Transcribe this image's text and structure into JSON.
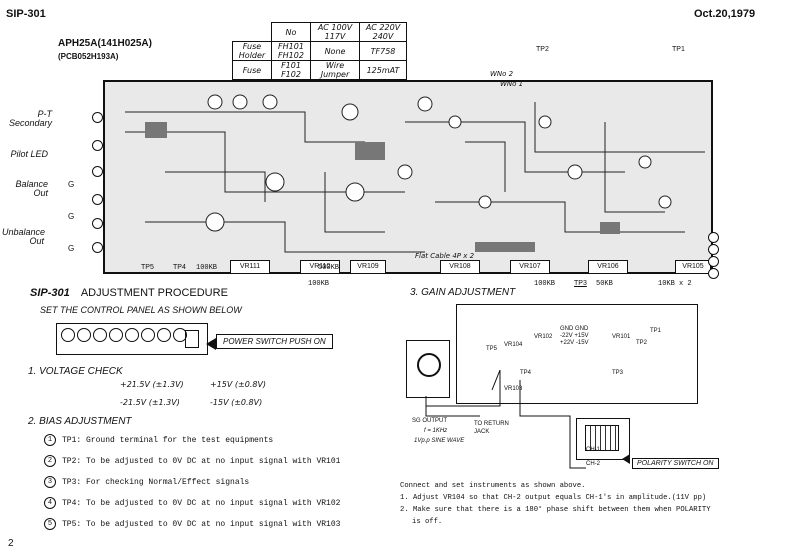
{
  "header": {
    "left": "SIP-301",
    "right": "Oct.20,1979",
    "page_number": "2"
  },
  "model": {
    "line1": "APH25A(141H025A)",
    "line2": "(PCB052H193A)"
  },
  "fuse_table": {
    "col_no": "No",
    "col_ac100": "AC 100V 117V",
    "col_ac220": "AC 220V 240V",
    "row1_label": "Fuse Holder",
    "row1_no": "FH101 FH102",
    "row1_v100": "None",
    "row1_v220": "TF758",
    "row2_label": "Fuse",
    "row2_no": "F101 F102",
    "row2_v100": "Wire Jumper",
    "row2_v220": "125mAT"
  },
  "board_labels": {
    "pt_secondary": "P-T Secondary",
    "pilot_led": "Pilot LED",
    "balance_out": "Balance Out",
    "unbalance_out": "Unbalance Out",
    "g": "G",
    "flat_cable": "Flat Cable 4P x 2",
    "wno2": "WNo 2",
    "wno1": "WNo 1",
    "tp2": "TP2",
    "tp1": "TP1",
    "tp3": "TP3",
    "tp5": "TP5",
    "tp4": "TP4",
    "vr101": "VR101",
    "vr102": "VR102",
    "vr103": "VR103",
    "vr104": "VR104",
    "vr105": "VR105",
    "vr106": "VR106",
    "vr107": "VR107",
    "vr108": "VR108",
    "vr109": "VR109",
    "vr110": "VR110",
    "vr111": "VR111",
    "val_100kb_a": "100KB",
    "val_100kb_b": "100KB",
    "val_500kb": "500KB",
    "val_100kb_c": "100KB",
    "val_50kb": "50KB",
    "val_10kb": "10KB x 2"
  },
  "sections": {
    "title_bold": "SIP-301",
    "title_rest": "ADJUSTMENT PROCEDURE",
    "set_panel": "SET THE CONTROL PANEL AS SHOWN BELOW",
    "power_switch": "POWER SWITCH PUSH ON",
    "voltage_check": "1. VOLTAGE CHECK",
    "v1": "+21.5V (±1.3V)",
    "v2": "+15V (±0.8V)",
    "v3": "-21.5V (±1.3V)",
    "v4": "-15V (±0.8V)",
    "bias": "2. BIAS ADJUSTMENT",
    "gain": "3. GAIN ADJUSTMENT"
  },
  "bias_items": [
    {
      "num": "1",
      "text": "TP1: Ground terminal for the test equipments"
    },
    {
      "num": "2",
      "text": "TP2: To be adjusted to 0V DC at no input signal with VR101"
    },
    {
      "num": "3",
      "text": "TP3: For checking Normal/Effect signals"
    },
    {
      "num": "4",
      "text": "TP4: To be adjusted to 0V DC at no input signal with VR102"
    },
    {
      "num": "5",
      "text": "TP5: To be adjusted to 0V DC at no input signal with VR103"
    }
  ],
  "gain_figure": {
    "sg_output": "SG OUTPUT",
    "freq": "f = 1KHz",
    "sine": "1Vp.p SINE WAVE",
    "return_jack": "TO RETURN JACK",
    "ch1": "CH-1",
    "ch2": "CH-2",
    "polarity": "POLARITY SWITCH ON",
    "gnd1": "GND",
    "gnd2": "GND",
    "m22": "-22V",
    "p22": "+22V",
    "p15": "+15V",
    "m15": "-15V"
  },
  "gain_text": {
    "intro": "Connect and set instruments as shown above.",
    "step1": "1. Adjust VR104 so that CH-2 output equals CH-1's in amplitude.(11V pp)",
    "step2": "2. Make sure that there is a 180° phase shift between them when POLARITY",
    "step2b": "is off."
  }
}
